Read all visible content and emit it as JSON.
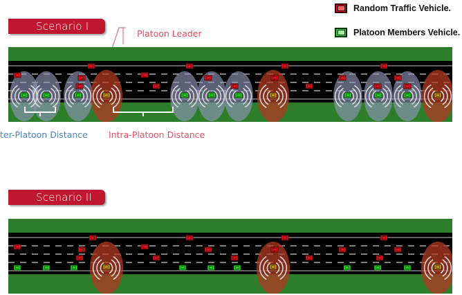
{
  "legend": {
    "random": {
      "label": "Random Traffic Vehicle.",
      "color": "#e8101e"
    },
    "platoon": {
      "label": "Platoon Members Vehicle.",
      "color": "#22d81e"
    }
  },
  "scenario1": {
    "title": "Scenario I",
    "platoon_leader_label": "Platoon Leader",
    "inter_label": "ter-Platoon Distance",
    "intra_label": "Intra-Platoon Distance"
  },
  "scenario2": {
    "title": "Scenario II"
  },
  "colors": {
    "grass": "#2e7d2a",
    "road": "#000000",
    "lane_marking": "#ffffff",
    "leader_halo": "#b03a22",
    "member_halo": "#8e95b8",
    "tab": "#c0162e"
  }
}
